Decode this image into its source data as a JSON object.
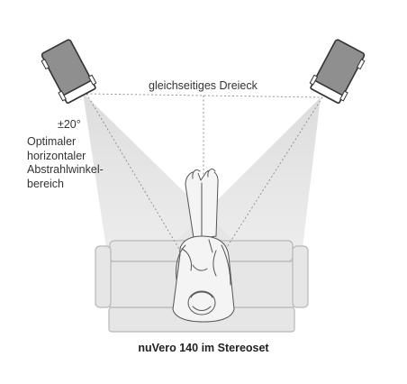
{
  "labels": {
    "triangle": "gleichseitiges Dreieck",
    "angle_value": "±20°",
    "angle_desc_lines": [
      "Optimaler",
      "horizontaler",
      "Abstrahlwinkel-",
      "bereich"
    ],
    "caption": "nuVero 140 im Stereoset"
  },
  "colors": {
    "beam": "#d9d9d9",
    "sofa_fill": "#e6e6e6",
    "sofa_stroke": "#b5b5b5",
    "speaker_fill": "#8f8f8f",
    "speaker_stroke": "#333333",
    "person_stroke": "#555555",
    "dotted_line": "#8a8a8a"
  }
}
